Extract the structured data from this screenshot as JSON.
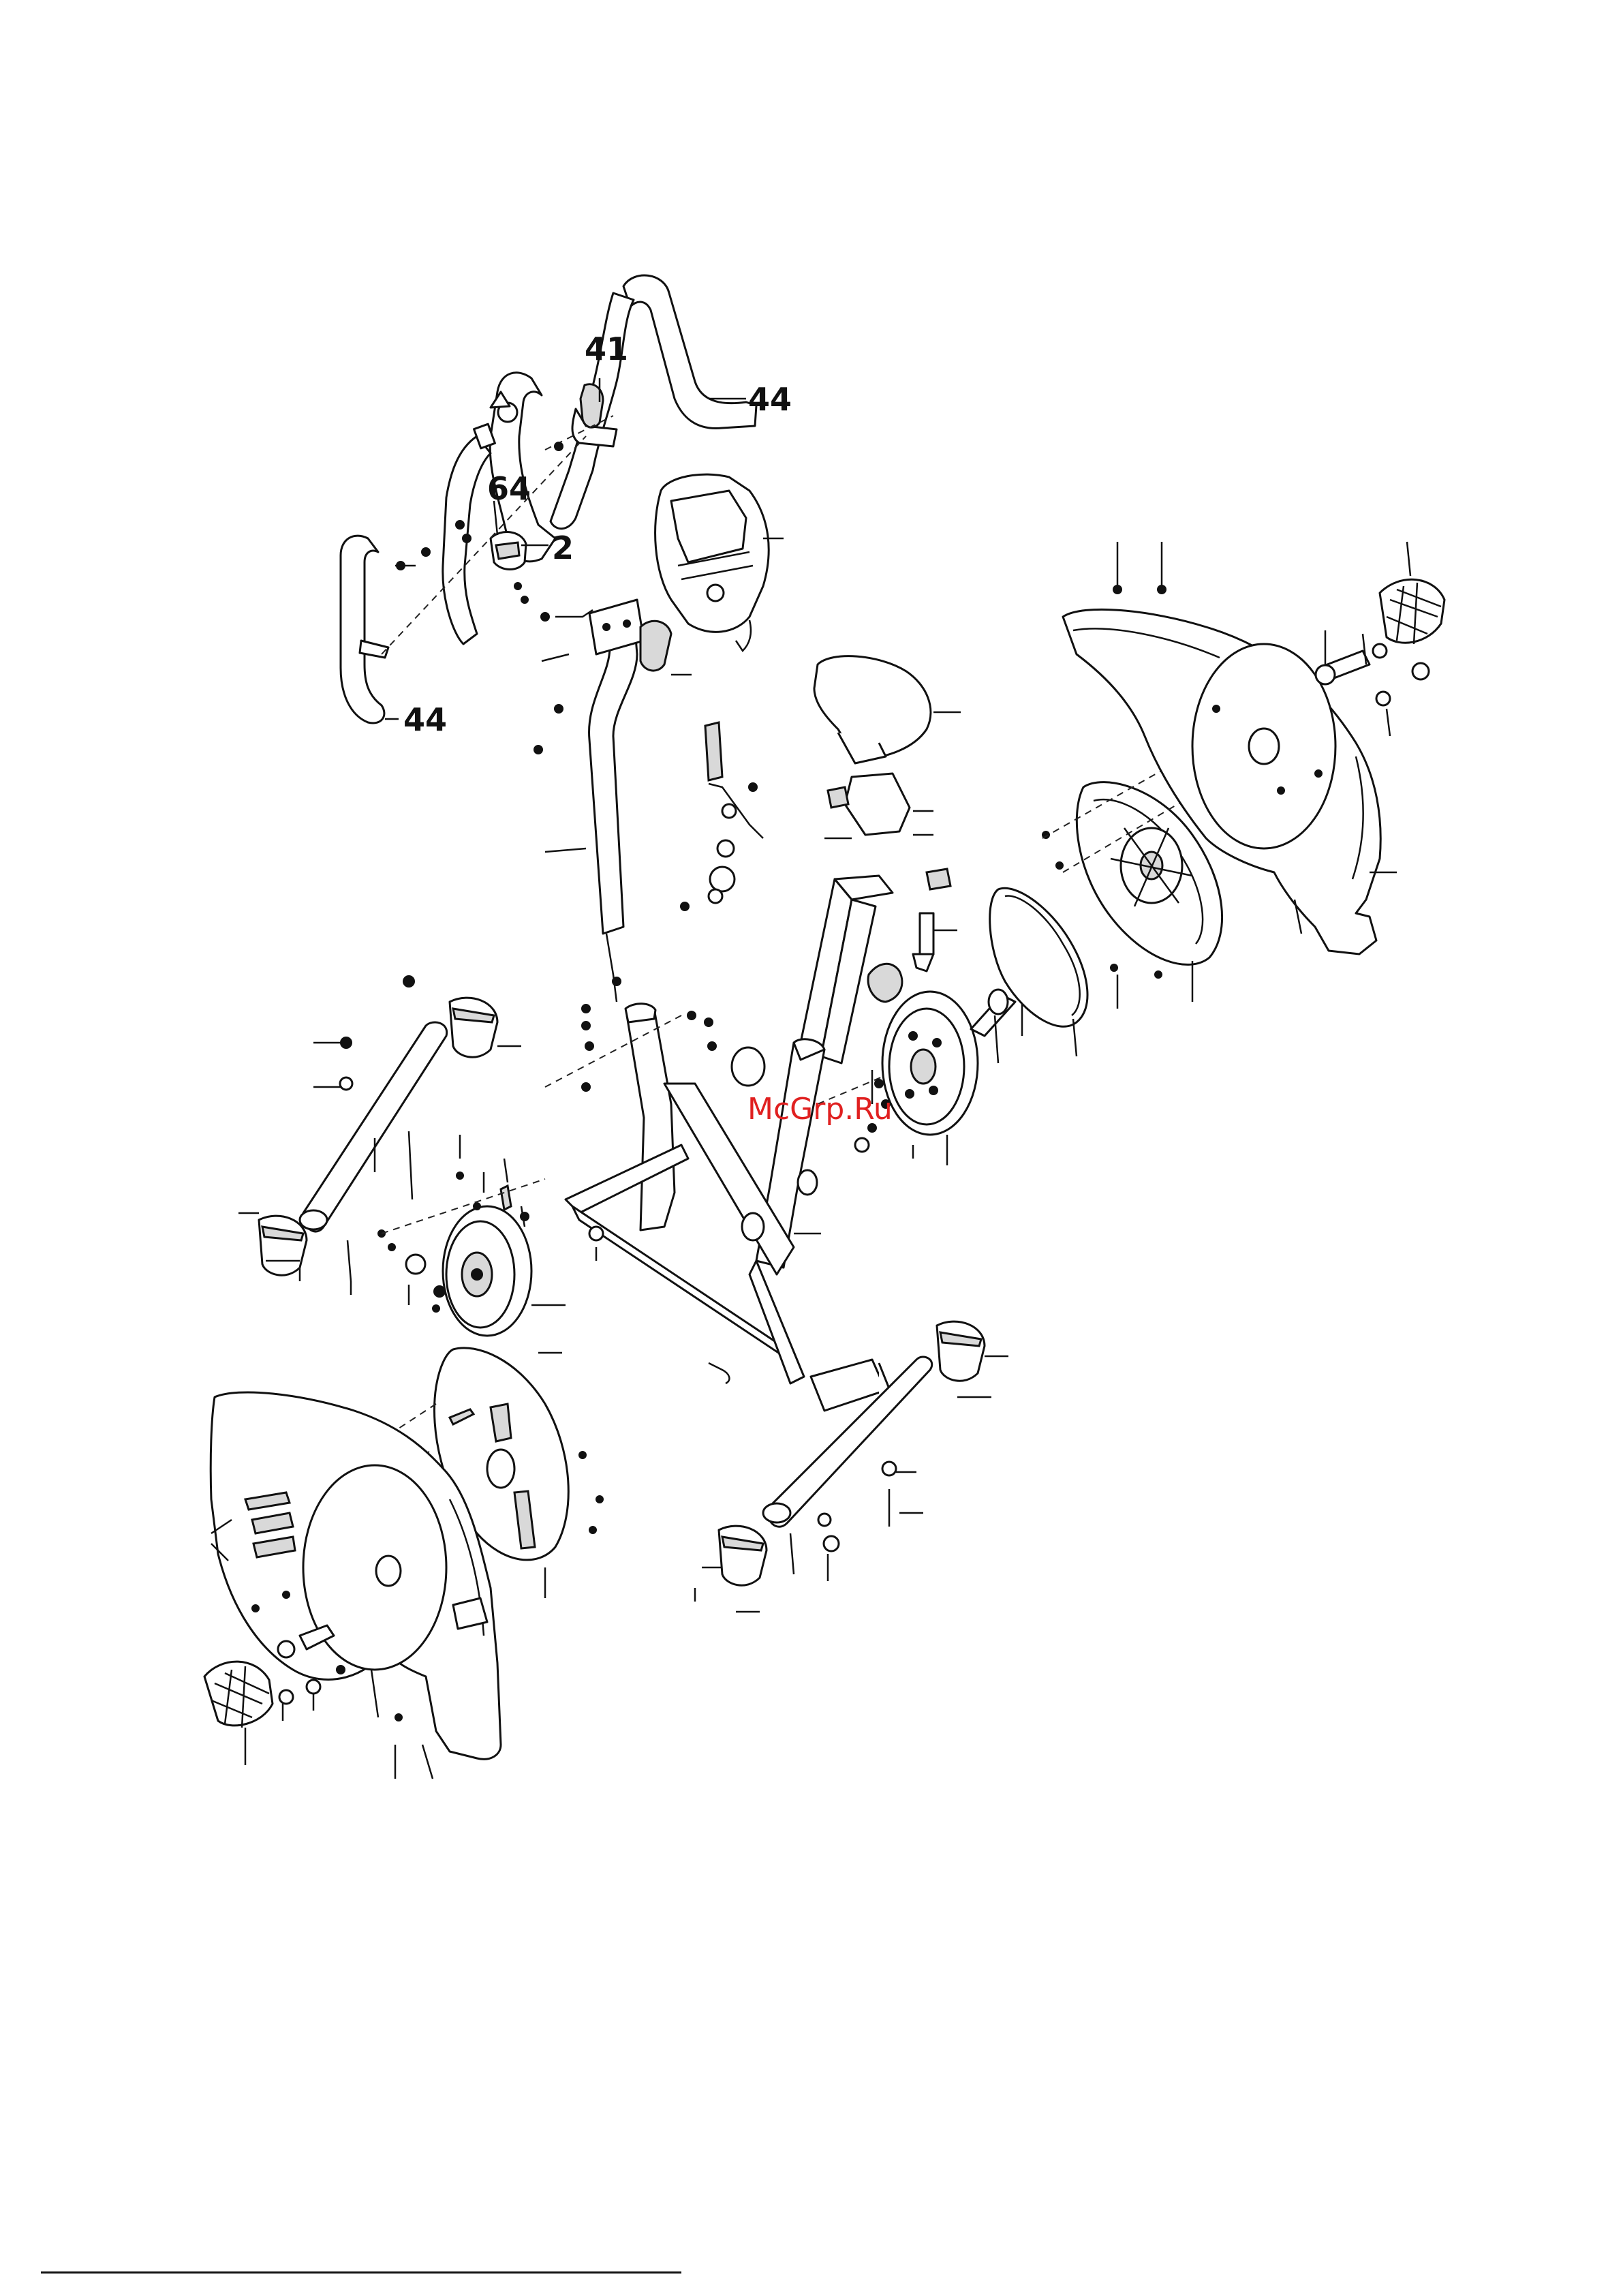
{
  "callouts": {
    "c41": "41",
    "c44_top": "44",
    "c64": "64",
    "c2": "2",
    "c44_left": "44"
  },
  "watermark": "McGrp.Ru",
  "colors": {
    "line": "#111111",
    "watermark": "#e02020",
    "background": "#ffffff"
  }
}
